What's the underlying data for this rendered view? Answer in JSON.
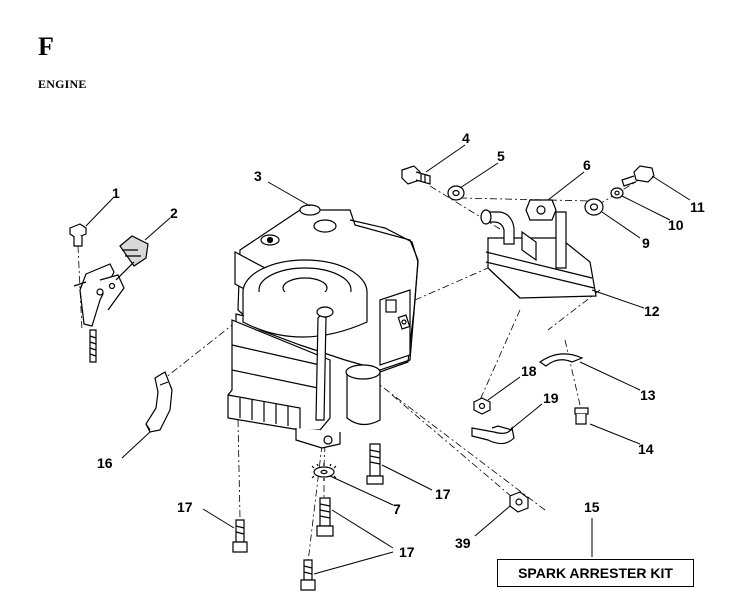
{
  "section": {
    "letter": "F",
    "title": "ENGINE"
  },
  "callouts": {
    "c1": "1",
    "c2": "2",
    "c3": "3",
    "c4": "4",
    "c5": "5",
    "c6": "6",
    "c7": "7",
    "c9": "9",
    "c10": "10",
    "c11": "11",
    "c12": "12",
    "c13": "13",
    "c14": "14",
    "c15": "15",
    "c16": "16",
    "c17a": "17",
    "c17b": "17",
    "c17c": "17",
    "c18": "18",
    "c19": "19",
    "c39": "39"
  },
  "kit_label": "SPARK ARRESTER KIT",
  "colors": {
    "ink": "#000000",
    "fill": "#ffffff",
    "shade": "#d9d9d9"
  }
}
